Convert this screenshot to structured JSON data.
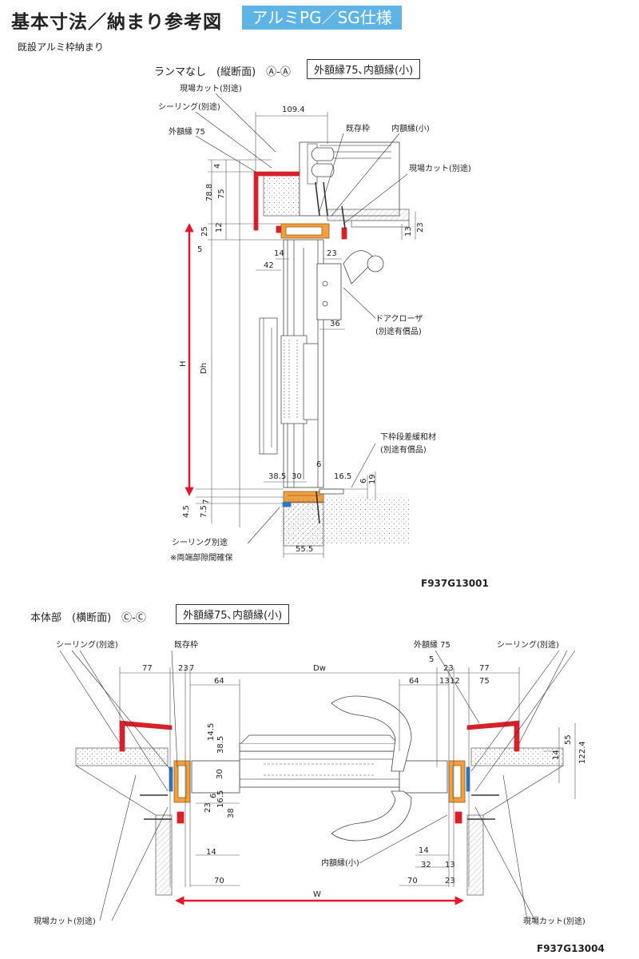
{
  "header": {
    "title": "基本寸法／納まり参考図",
    "spec_badge": "アルミPG／SG仕様"
  },
  "section_label": "既設アルミ枠納まり",
  "vertical": {
    "caption": "ランマなし　(縦断面)　Ⓐ-Ⓐ",
    "frame_label": "外額縁75､内額縁(小)",
    "figure_code": "F937G13001",
    "callouts": {
      "field_cut_top": "現場カット(別途)",
      "sealing": "シーリング(別途)",
      "outer_frame": "外額縁 75",
      "existing_frame": "既存枠",
      "inner_frame": "内額縁(小)",
      "field_cut_right": "現場カット(別途)",
      "door_closer": "ドアクローザ",
      "door_closer_note": "(別途有償品)",
      "step_material": "下枠段差緩和材",
      "step_material_note": "(別途有償品)",
      "sealing_bottom": "シーリング別途",
      "gap_note": "※両端部隙間確保"
    },
    "dims": {
      "d109_4": "109.4",
      "d4": "4",
      "d78_8": "78.8",
      "d75": "75",
      "d12": "12",
      "d25": "25",
      "d5": "5",
      "d14": "14",
      "d42": "42",
      "d23a": "23",
      "d13": "13",
      "d23b": "23",
      "d36": "36",
      "H": "H",
      "Dh": "Dh",
      "d38_5": "38.5",
      "d30": "30",
      "d6a": "6",
      "d16_5": "16.5",
      "d6b": "6",
      "d19": "19",
      "d7": "7",
      "d4_5": "4.5",
      "d7_5": "7.5",
      "d55_5": "55.5"
    }
  },
  "horizontal": {
    "caption": "本体部　(横断面)　Ⓒ-Ⓒ",
    "frame_label": "外額縁75､内額縁(小)",
    "figure_code": "F937G13004",
    "callouts": {
      "sealing_left": "シーリング(別途)",
      "existing_frame": "既存枠",
      "outer_frame": "外額縁 75",
      "sealing_right": "シーリング(別途)",
      "inner_frame": "内額縁(小)",
      "field_cut_left": "現場カット(別途)",
      "field_cut_right": "現場カット(別途)"
    },
    "dims": {
      "d77l": "77",
      "d23l": "23",
      "d7l": "7",
      "Dw": "Dw",
      "d5r": "5",
      "d23r": "23",
      "d77r": "77",
      "d64l": "64",
      "d64r": "64",
      "d13r": "13",
      "d12r": "12",
      "d75r": "75",
      "d14_5": "14.5",
      "d38_5": "38.5",
      "d30": "30",
      "d6": "6",
      "d16_5": "16.5",
      "d23b": "23",
      "d38": "38",
      "d14l": "14",
      "d70l": "70",
      "d14r": "14",
      "d32": "32",
      "d70r": "70",
      "d13b": "13",
      "d23br": "23",
      "d55": "55",
      "d14v": "14",
      "d122_4": "122.4",
      "W": "W"
    }
  },
  "colors": {
    "badge": "#5fb4e6",
    "outer_frame_red": "#d7202a",
    "frame_orange": "#f0a040",
    "arrow_red": "#e3172d",
    "sealant_blue": "#2a78c8"
  }
}
